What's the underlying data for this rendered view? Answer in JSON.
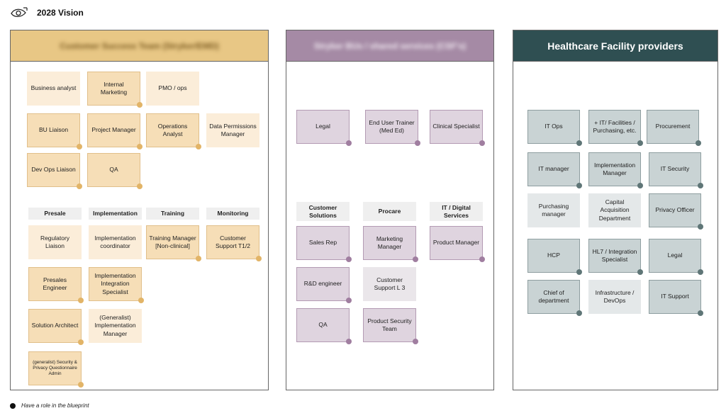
{
  "header": {
    "title": "2028 Vision"
  },
  "panels": {
    "customer_success": {
      "title": "Customer Success Team (Stryker/EMD)",
      "roles": [
        "Business analyst",
        "Internal Marketing",
        "PMO / ops",
        "BU Liaison",
        "Project Manager",
        "Operations Analyst",
        "Data Permissions Manager",
        "Dev Ops Liaison",
        "QA"
      ],
      "sections": [
        "Presale",
        "Implementation",
        "Training",
        "Monitoring"
      ],
      "section_roles": [
        "Regulatory Liaison",
        "Implementation coordinator",
        "Training Manager [Non-clinical]",
        "Customer Support T1/2",
        "Presales Engineer",
        "Implementation Integration Specialist",
        "Solution Architect",
        "(Generalist) Implementation Manager",
        "(generalist) Security & Privacy Questionnaire Admin"
      ]
    },
    "shared_services": {
      "title": "Stryker BUs / shared services (CSF's)",
      "roles": [
        "Legal",
        "End User Trainer (Med Ed)",
        "Clinical Specialist"
      ],
      "sections": [
        "Customer Solutions",
        "Procare",
        "IT / Digital Services"
      ],
      "section_roles": [
        "Sales Rep",
        "Marketing Manager",
        "Product Manager",
        "R&D engineer",
        "Customer Support L 3",
        "QA",
        "Product Security Team"
      ]
    },
    "healthcare": {
      "title": "Healthcare Facility  providers",
      "roles": [
        "IT Ops",
        "+ IT/ Facilities / Purchasing, etc.",
        "Procurement",
        "IT manager",
        "Implementation Manager",
        "IT Security",
        "Purchasing manager",
        "Capital Acquisition Department",
        "Privacy Officer",
        "HCP",
        "HL7 / Integration Specialist",
        "Legal",
        "Chief of department",
        "Infrastructure / DevOps",
        "IT Support"
      ]
    }
  },
  "legend": {
    "text": "Have a role in the blueprint",
    "dot_color": "#111111"
  },
  "colors": {
    "customer_success_header": "#e8c785",
    "shared_services_header": "#a58aa5",
    "healthcare_header": "#2f4f52"
  }
}
